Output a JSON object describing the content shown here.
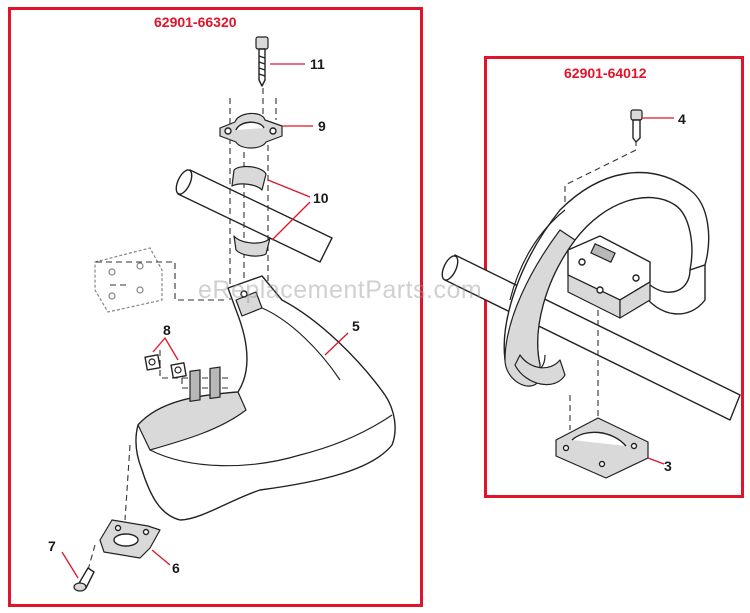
{
  "assemblies": [
    {
      "part_number": "62901-66320"
    },
    {
      "part_number": "62901-64012"
    }
  ],
  "callouts": [
    {
      "label": "11",
      "part": "bolt"
    },
    {
      "label": "9",
      "part": "clamp-upper"
    },
    {
      "label": "10",
      "part": "bushing"
    },
    {
      "label": "8",
      "part": "nut"
    },
    {
      "label": "5",
      "part": "guard"
    },
    {
      "label": "7",
      "part": "screw"
    },
    {
      "label": "6",
      "part": "bracket"
    },
    {
      "label": "4",
      "part": "handle-bolt"
    },
    {
      "label": "3",
      "part": "handle-clamp"
    }
  ],
  "watermark": "eReplacementParts.com",
  "colors": {
    "accent": "#e0142b",
    "line": "#222222",
    "fill_gray": "#d9d9d9"
  }
}
